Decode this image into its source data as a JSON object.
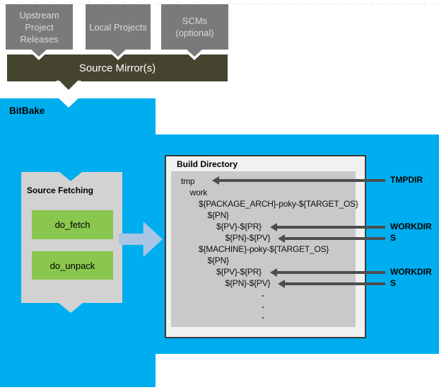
{
  "sources": [
    {
      "label": "Upstream Project Releases"
    },
    {
      "label": "Local Projects"
    },
    {
      "label": "SCMs (optional)"
    }
  ],
  "source_mirror": {
    "label": "Source Mirror(s)"
  },
  "bitbake": {
    "label": "BitBake"
  },
  "source_fetching": {
    "title": "Source Fetching",
    "tasks": [
      {
        "label": "do_fetch"
      },
      {
        "label": "do_unpack"
      }
    ]
  },
  "build_directory": {
    "title": "Build Directory",
    "tree": [
      {
        "label": "tmp",
        "depth": 0
      },
      {
        "label": "work",
        "depth": 1
      },
      {
        "label": "${PACKAGE_ARCH}-poky-${TARGET_OS}",
        "depth": 2
      },
      {
        "label": "${PN}",
        "depth": 3
      },
      {
        "label": "${PV}-${PR}",
        "depth": 4
      },
      {
        "label": "${PN}-${PV}",
        "depth": 5
      },
      {
        "label": "${MACHINE}-poky-${TARGET_OS}",
        "depth": 2
      },
      {
        "label": "${PN}",
        "depth": 3
      },
      {
        "label": "${PV}-${PR}",
        "depth": 4
      },
      {
        "label": "${PN}-${PV}",
        "depth": 5
      }
    ],
    "ellipsis": [
      ".",
      ".",
      "."
    ]
  },
  "annotations": [
    {
      "label": "TMPDIR"
    },
    {
      "label": "WORKDIR"
    },
    {
      "label": "S"
    },
    {
      "label": "WORKDIR"
    },
    {
      "label": "S"
    }
  ],
  "colors": {
    "bitbake_blue": "#00aeef",
    "mirror_olive": "#45452f",
    "source_gray": "#7a7a7a",
    "task_green": "#8ac74e",
    "panel_gray": "#c9c9c9",
    "arrow_dark": "#4d4d4d",
    "flow_arrow_blue": "#a8c6e4"
  }
}
